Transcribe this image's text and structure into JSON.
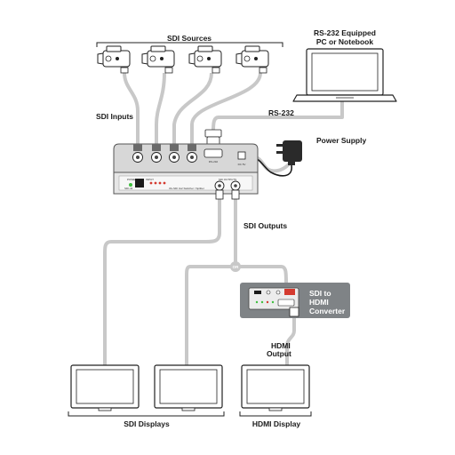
{
  "labels": {
    "sdi_sources": "SDI Sources",
    "rs232_equipped_line1": "RS-232 Equipped",
    "rs232_equipped_line2": "PC or Notebook",
    "sdi_inputs": "SDI Inputs",
    "rs232": "RS-232",
    "power_supply": "Power Supply",
    "sdi_outputs": "SDI Outputs",
    "or": "OR",
    "converter_line1": "SDI to",
    "converter_line2": "HDMI",
    "converter_line3": "Converter",
    "hdmi_output_line1": "HDMI",
    "hdmi_output_line2": "Output",
    "sdi_displays": "SDI Displays",
    "hdmi_display": "HDMI Display"
  },
  "device": {
    "model": "SDI-44",
    "description": "3G-SDI 4x2 Switcher / Splitter",
    "power_label": "POWER",
    "input_label": "INPUT",
    "rs232_port_label": "RS-232",
    "dc_label": "DC 5V",
    "outputs_label": "SDI OUTPUTS"
  },
  "colors": {
    "cable": "#c8c8c8",
    "device_body": "#d7d7d7",
    "converter_panel": "#7f8386",
    "power_led": "#3fbf3f",
    "status_led": "#d43a2f",
    "connector": "#6a6a6a"
  },
  "icons": [
    "camcorder-icon",
    "laptop-icon",
    "monitor-icon",
    "power-adapter-icon"
  ]
}
